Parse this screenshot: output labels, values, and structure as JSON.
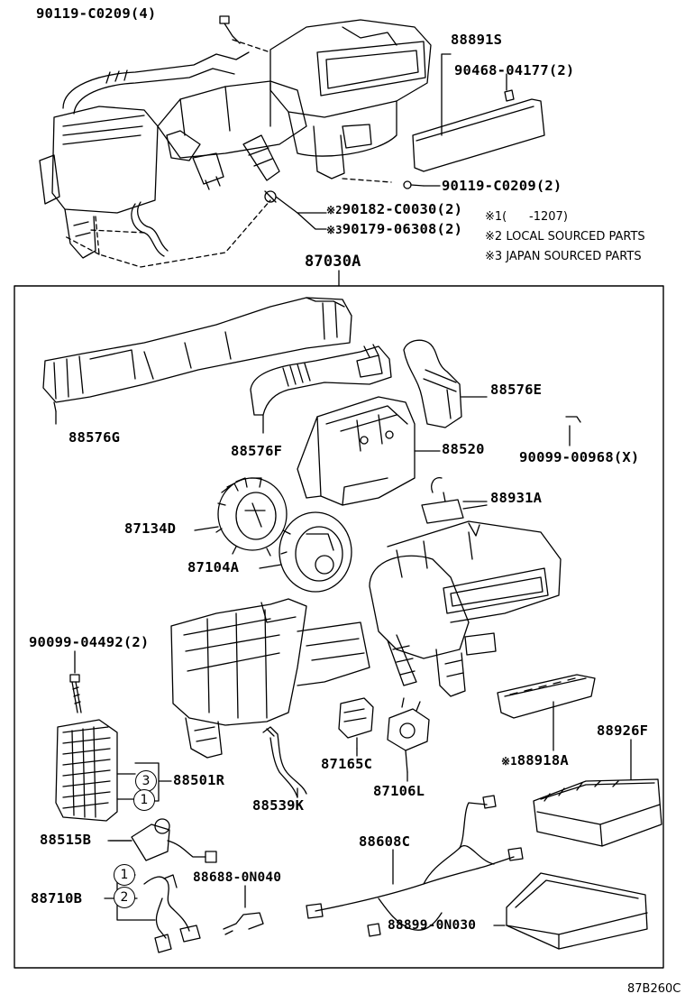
{
  "diagram_id": "87B260C",
  "assembly_label": "87030A",
  "notes": {
    "note1_mark": "※1",
    "note1_text": "(      -1207)",
    "note2_mark": "※2",
    "note2_text": "LOCAL SOURCED PARTS",
    "note3_mark": "※3",
    "note3_text": "JAPAN SOURCED PARTS"
  },
  "top_parts": {
    "p1": "90119-C0209(4)",
    "p2": "88891S",
    "p3": "90468-04177(2)",
    "p4": "90119-C0209(2)",
    "p5_mark": "※2",
    "p5": "90182-C0030(2)",
    "p6_mark": "※3",
    "p6": "90179-06308(2)"
  },
  "parts": {
    "g": "88576G",
    "f": "88576F",
    "e": "88576E",
    "r520": "88520",
    "s968": "90099-00968(X)",
    "a931": "88931A",
    "d134": "87134D",
    "a104": "87104A",
    "s492": "90099-04492(2)",
    "r501": "88501R",
    "k539": "88539K",
    "c165": "87165C",
    "l106": "87106L",
    "f926": "88926F",
    "a918_mark": "※1",
    "a918": "88918A",
    "b515": "88515B",
    "c608": "88608C",
    "n040": "88688-0N040",
    "b710": "88710B",
    "n030": "88899-0N030"
  },
  "callouts": {
    "c3": "3",
    "c1a": "1",
    "c1b": "1",
    "c2": "2"
  }
}
